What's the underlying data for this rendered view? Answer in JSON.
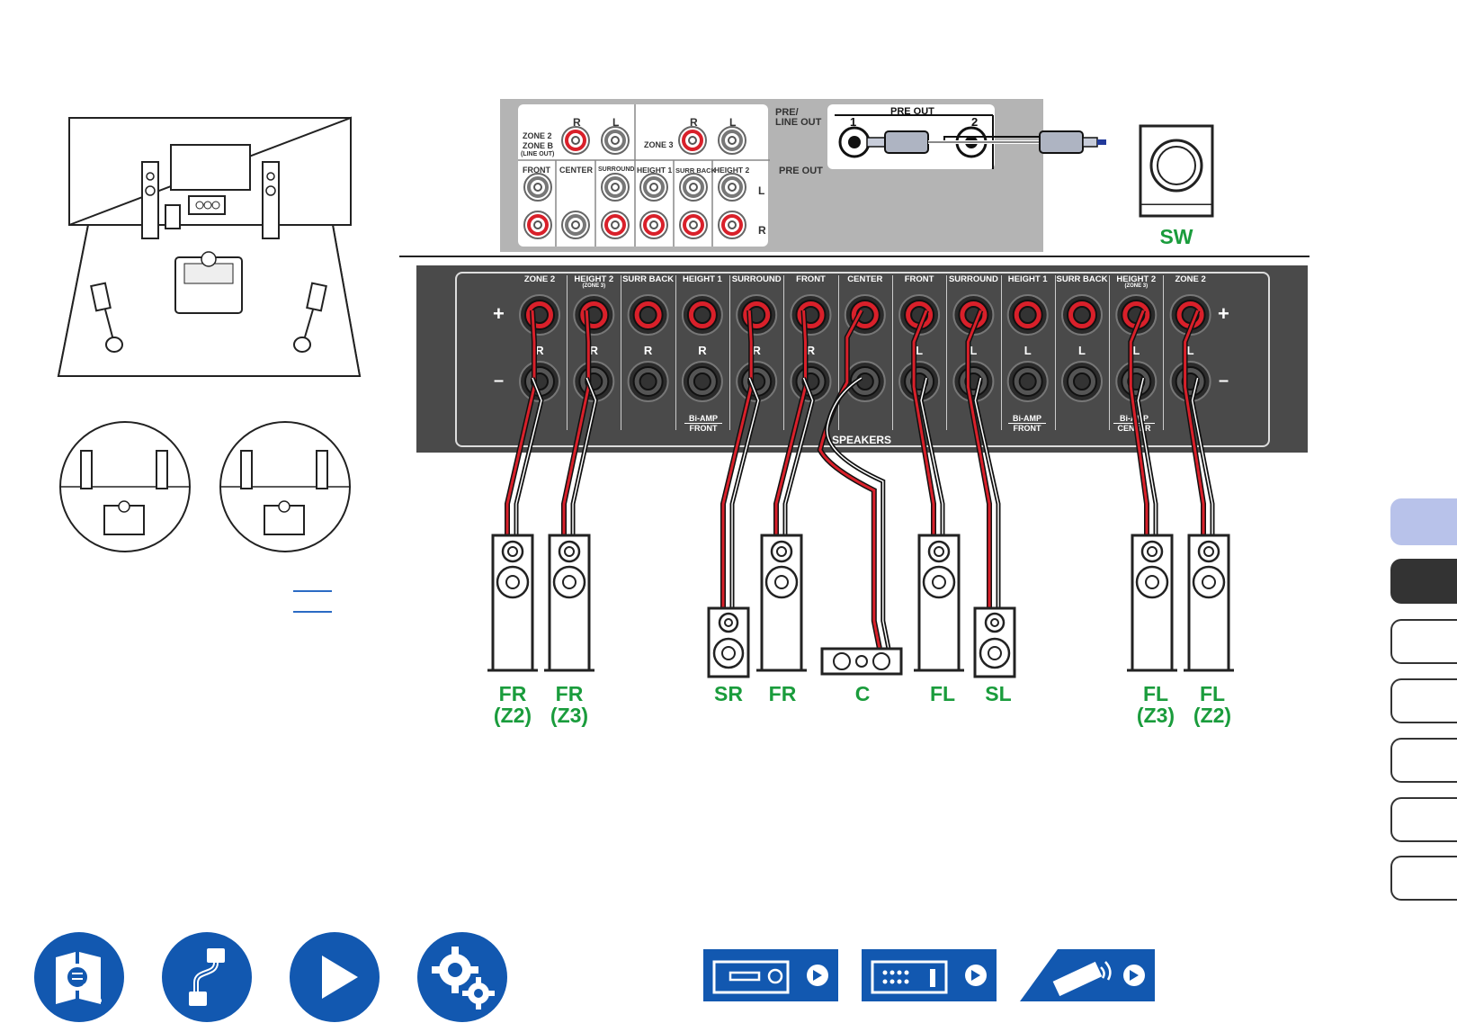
{
  "receiver": {
    "top_panel": {
      "zone2_title": "ZONE 2",
      "zoneb_title": "ZONE B",
      "lineout_title": "(LINE OUT)",
      "zone3_title": "ZONE 3",
      "pre_line_out_1": "PRE/",
      "pre_line_out_2": "LINE OUT",
      "r_label": "R",
      "l_label": "L",
      "pre_out_label": "PRE OUT",
      "rca_labels": [
        "FRONT",
        "CENTER",
        "SURROUND",
        "HEIGHT 1",
        "SURR BACK",
        "HEIGHT 2"
      ],
      "sub_pre_out_title": "PRE OUT",
      "sub_ch1": "1",
      "sub_ch2": "2"
    },
    "speaker_terminals": {
      "plus": "+",
      "minus": "–",
      "channels": [
        {
          "label": "ZONE 2",
          "sub": "",
          "side": "R"
        },
        {
          "label": "HEIGHT 2",
          "sub": "(ZONE 3)",
          "side": "R"
        },
        {
          "label": "SURR BACK",
          "sub": "",
          "side": "R"
        },
        {
          "label": "HEIGHT 1",
          "sub": "",
          "side": "R"
        },
        {
          "label": "SURROUND",
          "sub": "",
          "side": "R"
        },
        {
          "label": "FRONT",
          "sub": "",
          "side": "R"
        },
        {
          "label": "CENTER",
          "sub": "",
          "side": ""
        },
        {
          "label": "FRONT",
          "sub": "",
          "side": "L"
        },
        {
          "label": "SURROUND",
          "sub": "",
          "side": "L"
        },
        {
          "label": "HEIGHT 1",
          "sub": "",
          "side": "L"
        },
        {
          "label": "SURR BACK",
          "sub": "",
          "side": "L"
        },
        {
          "label": "HEIGHT 2",
          "sub": "(ZONE 3)",
          "side": "L"
        },
        {
          "label": "ZONE 2",
          "sub": "",
          "side": "L"
        }
      ],
      "biamp": [
        {
          "top": "Bi-AMP",
          "bottom": "FRONT"
        },
        {
          "top": "Bi-AMP",
          "bottom": "FRONT"
        },
        {
          "top": "Bi-AMP",
          "bottom": "CENTER"
        }
      ],
      "speakers_title": "SPEAKERS"
    }
  },
  "speakers": {
    "sw": "SW",
    "fr_z2": [
      "FR",
      "(Z2)"
    ],
    "fr_z3": [
      "FR",
      "(Z3)"
    ],
    "sr": "SR",
    "fr": "FR",
    "c": "C",
    "fl": "FL",
    "sl": "SL",
    "fl_z3": [
      "FL",
      "(Z3)"
    ],
    "fl_z2": [
      "FL",
      "(Z2)"
    ]
  },
  "colors": {
    "label_green": "#1a9c3c",
    "nav_blue": "#1258b0",
    "wire_red": "#d9202a",
    "panel_gray": "#b4b4b4",
    "panel_dark": "#4a4a4a",
    "tab_light": "#b8c2ea"
  },
  "icons": {
    "nav": [
      "manual-search-icon",
      "cable-connection-icon",
      "play-icon",
      "settings-gears-icon"
    ],
    "device": [
      "front-panel-icon",
      "rear-panel-icon",
      "remote-control-icon"
    ]
  }
}
